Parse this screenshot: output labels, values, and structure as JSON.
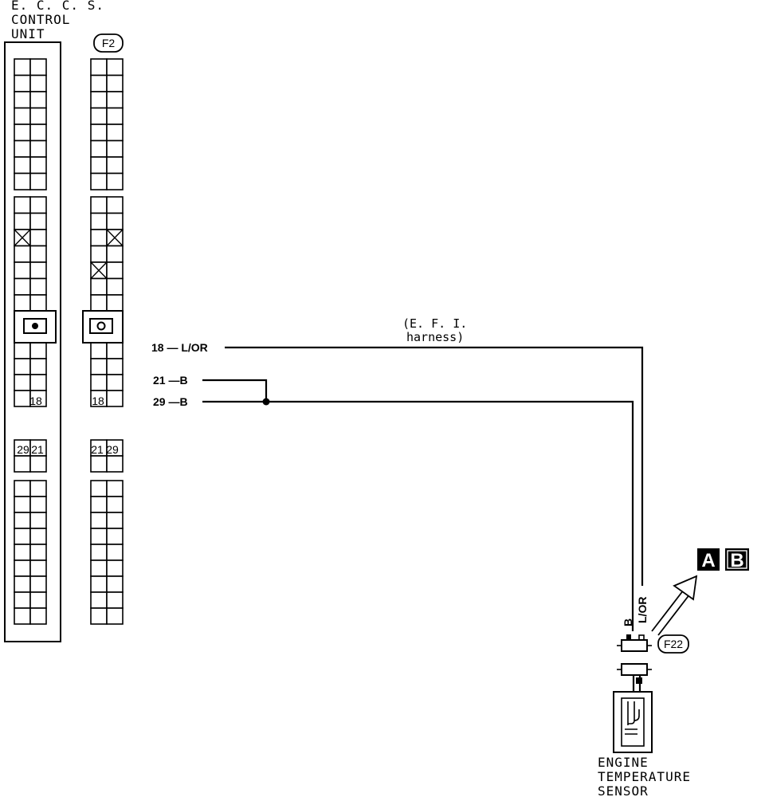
{
  "ecu": {
    "title_lines": [
      "E. C. C. S.",
      "CONTROL",
      "UNIT"
    ]
  },
  "connector_f2": {
    "id": "F2"
  },
  "ecu_pins": {
    "p18": "18",
    "p29": "29",
    "p21": "21"
  },
  "f2_pins": {
    "p18": "18",
    "p21": "21",
    "p29": "29"
  },
  "wires": {
    "w18": "18 — L/OR",
    "w21": "21 —B",
    "w29": "29 —B"
  },
  "harness": {
    "line1": "(E. F. I.",
    "line2": "harness)"
  },
  "sensor_wires": {
    "b": "B",
    "lor": "L/OR"
  },
  "connector_f22": {
    "id": "F22"
  },
  "reference_badges": [
    "A",
    "B"
  ],
  "sensor": {
    "title_lines": [
      "ENGINE",
      "TEMPERATURE",
      "SENSOR"
    ]
  }
}
